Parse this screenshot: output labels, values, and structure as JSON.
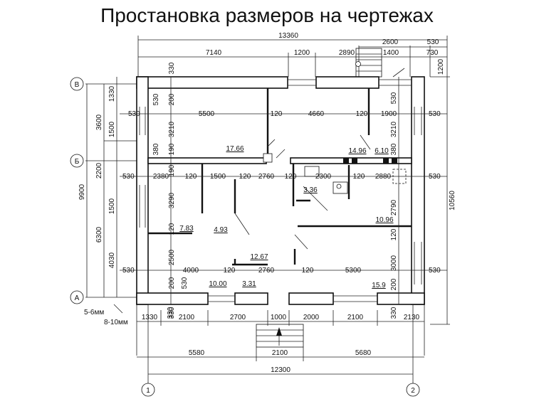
{
  "title": "Простановка размеров на чертежах",
  "axes": {
    "B": "В",
    "5": "Б",
    "A": "А",
    "one": "1",
    "two": "2"
  },
  "top_dims": {
    "overall": "13360",
    "row2": [
      "7140",
      "1200",
      "2890",
      "1400",
      "730"
    ],
    "row1": [
      "2600",
      "530"
    ]
  },
  "bottom_dims": {
    "row1": [
      "1330",
      "2100",
      "2700",
      "1000",
      "2000",
      "2100",
      "2130"
    ],
    "row1_small": "330",
    "row2": [
      "5580",
      "2100",
      "5680"
    ],
    "overall": "12300"
  },
  "left_dims": {
    "overall": "9900",
    "mid": [
      "3600",
      "2200",
      "6300"
    ],
    "inner": [
      "1330",
      "1500",
      "1500",
      "4030"
    ]
  },
  "right_dims": {
    "overall": "10560",
    "top": "1200"
  },
  "interior_dims": {
    "h_top": [
      "530",
      "5500",
      "120",
      "4660",
      "120",
      "1900",
      "530"
    ],
    "h_mid": [
      "530",
      "2380",
      "120",
      "1500",
      "120",
      "2760",
      "120",
      "2300",
      "120",
      "2880",
      "530"
    ],
    "h_bot": [
      "530",
      "4000",
      "120",
      "2760",
      "120",
      "5300",
      "530"
    ],
    "v_left": [
      "330",
      "530",
      "200",
      "3210",
      "190",
      "380",
      "190",
      "3290",
      "120",
      "2500",
      "200",
      "530",
      "330"
    ],
    "v_right": [
      "530",
      "3210",
      "380",
      "2790",
      "120",
      "3000",
      "200",
      "330"
    ]
  },
  "areas": [
    "17.66",
    "14.96",
    "6.10",
    "3.36",
    "7.83",
    "4.93",
    "10.96",
    "12.67",
    "10.00",
    "3.31",
    "15.9"
  ],
  "notes": {
    "offset1": "5-6мм",
    "offset2": "8-10мм"
  }
}
